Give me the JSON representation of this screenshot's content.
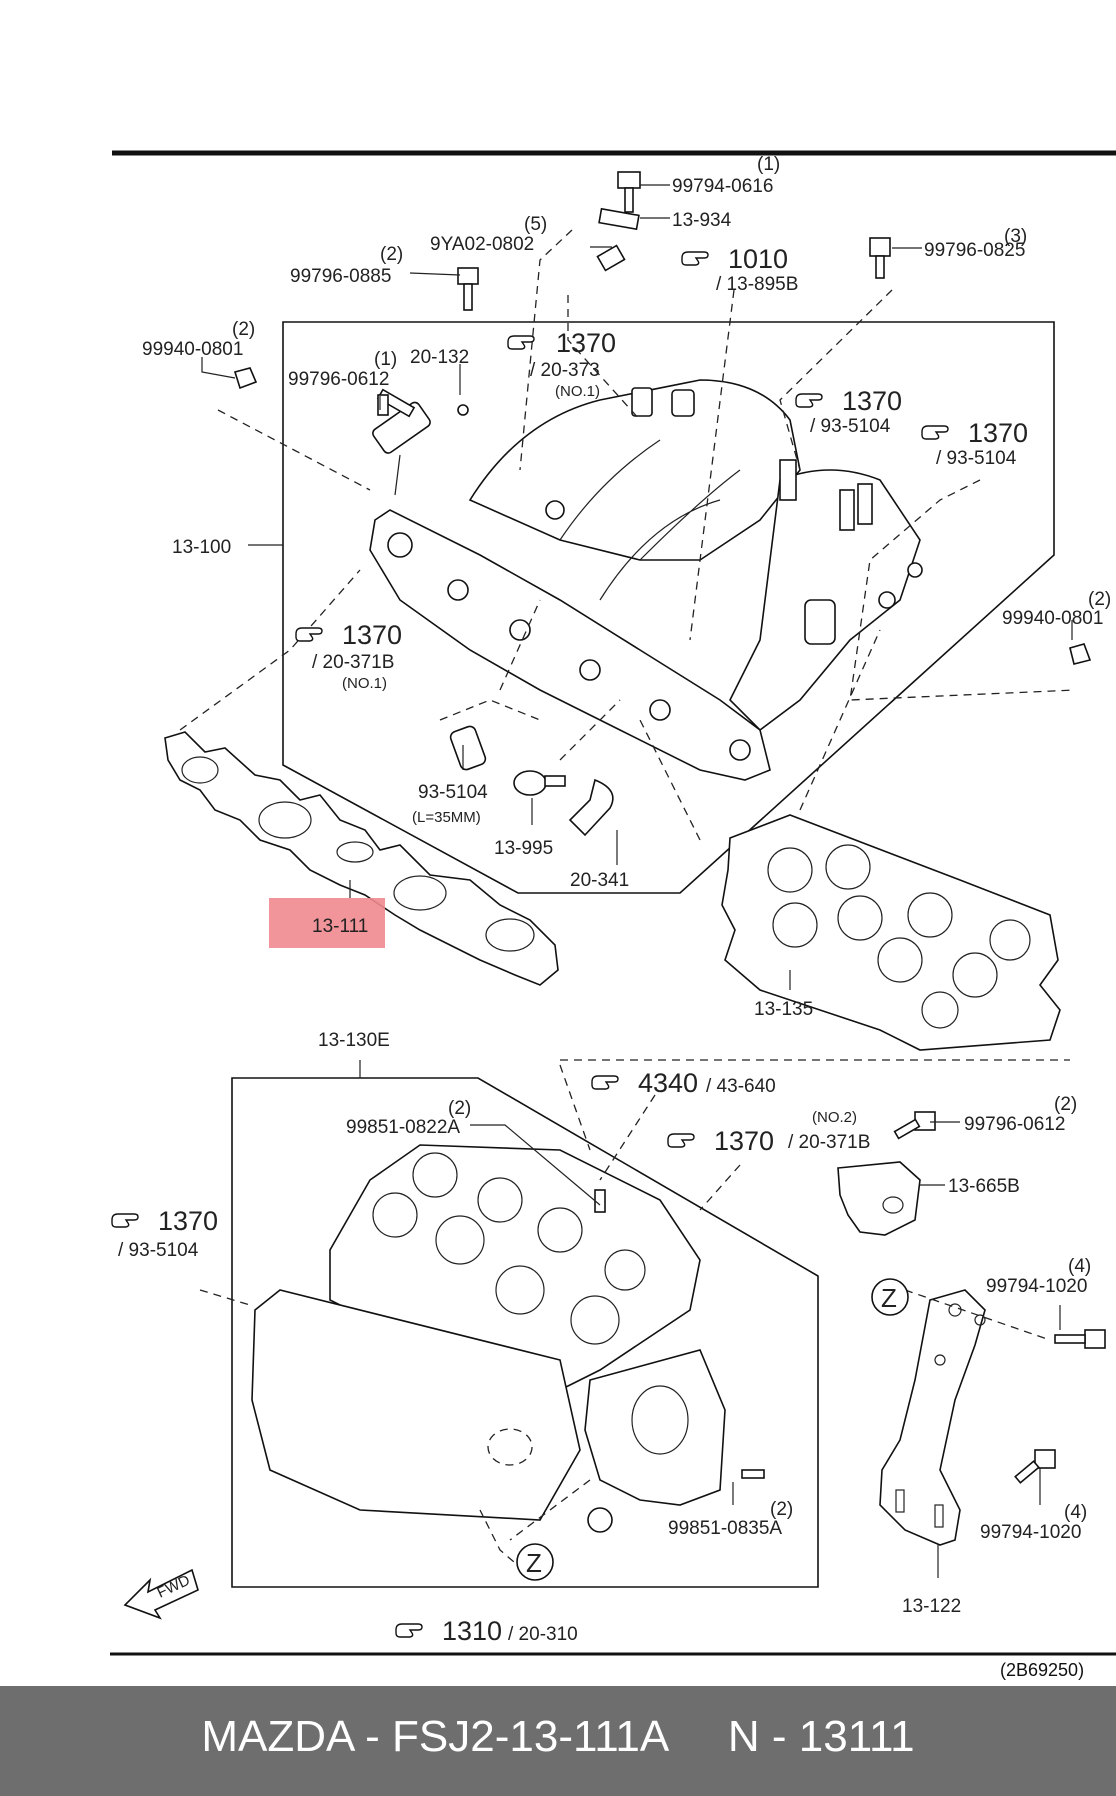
{
  "diagram": {
    "highlight_label": "13-111",
    "image_code": "(2B69250)",
    "fwd_label": "FWD",
    "zone_label": "Z",
    "labels": {
      "p99794_0616": "99794-0616",
      "q_99794_0616": "(1)",
      "p13_934": "13-934",
      "p9ya02_0802": "9YA02-0802",
      "q_9ya02_0802": "(5)",
      "p99796_0885": "99796-0885",
      "q_99796_0885": "(2)",
      "p99796_0825": "99796-0825",
      "q_99796_0825": "(3)",
      "p99940_0801_l": "99940-0801",
      "q_99940_0801_l": "(2)",
      "p99796_0612_t": "99796-0612",
      "q_99796_0612_t": "(1)",
      "p20_132": "20-132",
      "p13_100": "13-100",
      "p99940_0801_r": "99940-0801",
      "q_99940_0801_r": "(2)",
      "p93_5104": "93-5104",
      "p93_5104_len": "(L=35MM)",
      "p13_995": "13-995",
      "p20_341": "20-341",
      "p13_135": "13-135",
      "p13_130e": "13-130E",
      "p99851_0822a": "99851-0822A",
      "q_99851_0822a": "(2)",
      "p99796_0612_b": "99796-0612",
      "q_99796_0612_b": "(2)",
      "p13_665b": "13-665B",
      "p99794_1020_t": "99794-1020",
      "q_99794_1020_t": "(4)",
      "p99794_1020_b": "99794-1020",
      "q_99794_1020_b": "(4)",
      "p99851_0835a": "99851-0835A",
      "q_99851_0835a": "(2)",
      "p13_122": "13-122"
    },
    "refs": {
      "r1010": "1010",
      "r1010_sub": "/ 13-895B",
      "r1370a": "1370",
      "r1370a_sub": "/ 20-373",
      "r1370a_no": "(NO.1)",
      "r1370b": "1370",
      "r1370b_sub": "/ 93-5104",
      "r1370c": "1370",
      "r1370c_sub": "/ 93-5104",
      "r1370d": "1370",
      "r1370d_sub": "/ 20-371B",
      "r1370d_no": "(NO.1)",
      "r4340": "4340",
      "r4340_sub": "/ 43-640",
      "r1370e": "1370",
      "r1370e_sub": "/ 20-371B",
      "r1370e_no": "(NO.2)",
      "r1370f": "1370",
      "r1370f_sub": "/ 93-5104",
      "r1310": "1310",
      "r1310_sub": "/ 20-310"
    }
  },
  "footer": {
    "brand": "MAZDA",
    "part_number": "FSJ2-13-111A",
    "catalog_ref": "N - 13111",
    "text": "MAZDA - FSJ2-13-111A     N - 13111"
  },
  "colors": {
    "highlight": "#f08a8f",
    "footer_bg": "#6e6e6e",
    "footer_text": "#ffffff"
  }
}
